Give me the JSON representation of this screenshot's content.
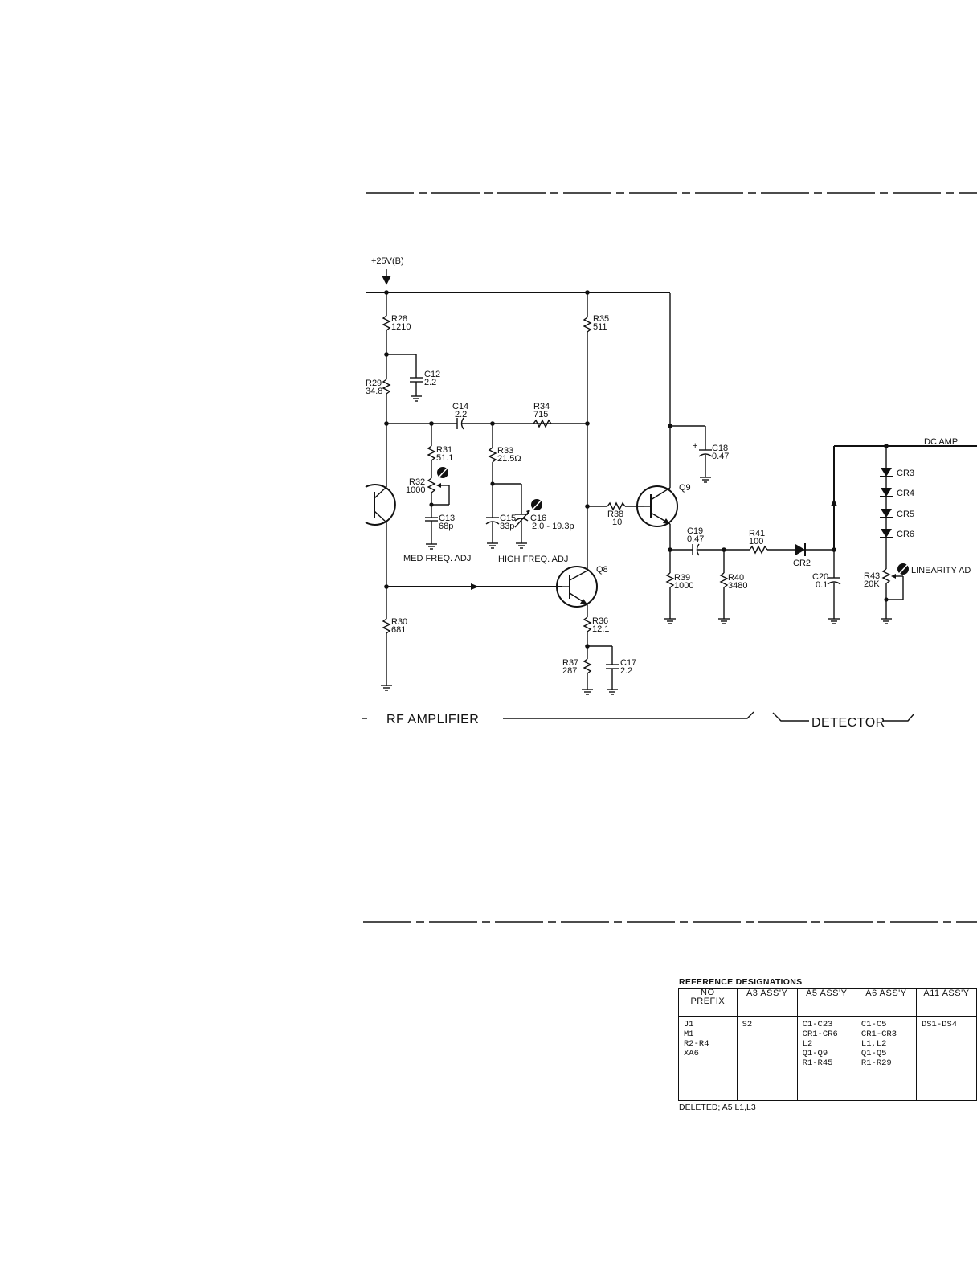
{
  "supply_label": "+25V(B)",
  "components": {
    "r28": {
      "ref": "R28",
      "value": "1210"
    },
    "r29": {
      "ref": "R29",
      "value": "34.8"
    },
    "c12": {
      "ref": "C12",
      "value": "2.2"
    },
    "c14": {
      "ref": "C14",
      "value": "2.2"
    },
    "r34": {
      "ref": "R34",
      "value": "715"
    },
    "r35": {
      "ref": "R35",
      "value": "511"
    },
    "r31": {
      "ref": "R31",
      "value": "51.1"
    },
    "r32": {
      "ref": "R32",
      "value": "1000"
    },
    "r33": {
      "ref": "R33",
      "value": "21.5Ω"
    },
    "c13": {
      "ref": "C13",
      "value": "68p"
    },
    "c15": {
      "ref": "C15",
      "value": "33p"
    },
    "c16": {
      "ref": "C16",
      "value": "2.0 - 19.3p"
    },
    "c18": {
      "ref": "C18",
      "value": "0.47",
      "polarity": "+"
    },
    "r38": {
      "ref": "R38",
      "value": "10"
    },
    "q8": {
      "ref": "Q8"
    },
    "q9": {
      "ref": "Q9"
    },
    "c19": {
      "ref": "C19",
      "value": "0.47"
    },
    "r41": {
      "ref": "R41",
      "value": "100"
    },
    "cr2": {
      "ref": "CR2"
    },
    "c20": {
      "ref": "C20",
      "value": "0.1"
    },
    "r39": {
      "ref": "R39",
      "value": "1000"
    },
    "r40": {
      "ref": "R40",
      "value": "3480"
    },
    "r30": {
      "ref": "R30",
      "value": "681"
    },
    "r36": {
      "ref": "R36",
      "value": "12.1"
    },
    "r37": {
      "ref": "R37",
      "value": "287"
    },
    "c17": {
      "ref": "C17",
      "value": "2.2"
    },
    "cr3": {
      "ref": "CR3"
    },
    "cr4": {
      "ref": "CR4"
    },
    "cr5": {
      "ref": "CR5"
    },
    "cr6": {
      "ref": "CR6"
    },
    "r43": {
      "ref": "R43",
      "value": "20K"
    }
  },
  "adjust_labels": {
    "med_freq": "MED FREQ. ADJ",
    "high_freq": "HIGH FREQ. ADJ",
    "linearity": "LINEARITY AD"
  },
  "sections": {
    "rf_amplifier": "RF AMPLIFIER",
    "detector": "DETECTOR",
    "dc_amp": "DC AMP"
  },
  "reference_designations": {
    "title": "REFERENCE DESIGNATIONS",
    "columns": [
      {
        "header": "NO\nPREFIX",
        "items": "J1\nM1\nR2-R4\nXA6"
      },
      {
        "header": "A3 ASS'Y",
        "items": "S2"
      },
      {
        "header": "A5 ASS'Y",
        "items": "C1-C23\nCR1-CR6\nL2\nQ1-Q9\nR1-R45"
      },
      {
        "header": "A6 ASS'Y",
        "items": "C1-C5\nCR1-CR3\nL1,L2\nQ1-Q5\nR1-R29"
      },
      {
        "header": "A11 ASS'Y",
        "items": "DS1-DS4"
      }
    ],
    "deleted_note": "DELETED; A5 L1,L3"
  }
}
